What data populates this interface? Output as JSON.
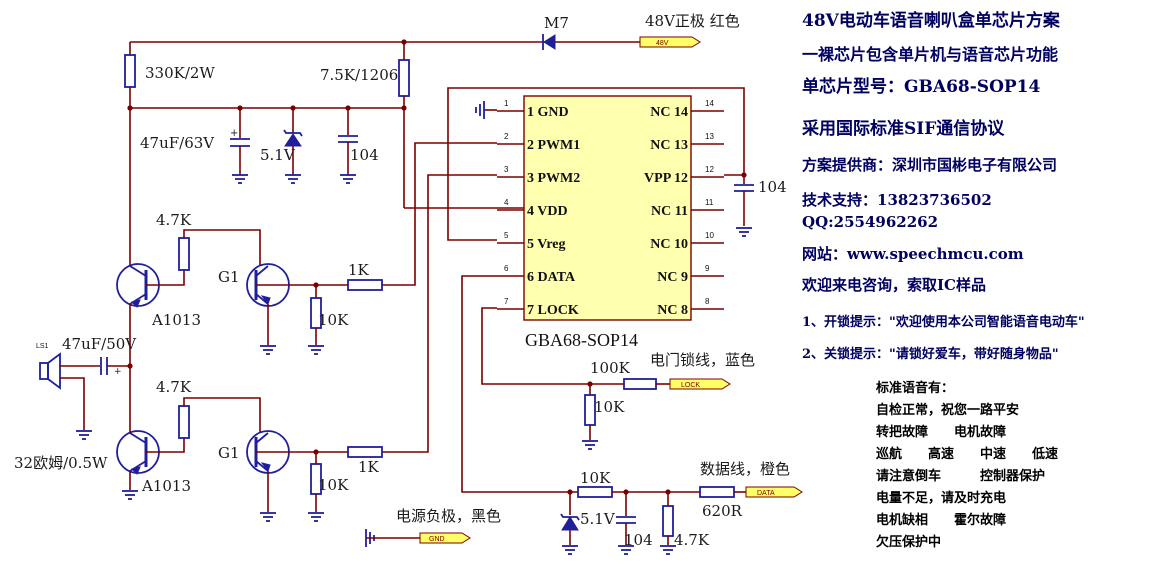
{
  "schematic": {
    "components": {
      "diode_m7": "M7",
      "r_top_left": "330K/2W",
      "r_top_mid": "7.5K/1206",
      "c_47uf_63v": "47uF/63V",
      "zener_top": "5.1V",
      "c_104_top": "104",
      "c_104_right": "104",
      "r_47k_upper": "4.7K",
      "q_g1_upper": "G1",
      "r_1k_upper": "1K",
      "r_10k_upper": "10K",
      "q_a1013_upper": "A1013",
      "speaker": "LS1",
      "c_47uf_50v": "47uF/50V",
      "r_47k_lower": "4.7K",
      "q_g1_lower": "G1",
      "r_1k_lower": "1K",
      "r_10k_lower": "10K",
      "speaker_rating": "32欧姆/0.5W",
      "q_a1013_lower": "A1013",
      "r_100k": "100K",
      "r_10k_lock": "10K",
      "r_10k_data": "10K",
      "zener_bottom": "5.1V",
      "c_104_bottom": "104",
      "r_47k_bottom": "4.7K",
      "r_620r": "620R"
    },
    "wires": {
      "v48_label": "48V正极 红色",
      "v48_tag": "48V",
      "lock_label": "电门锁线，蓝色",
      "lock_tag": "LOCK",
      "data_label": "数据线，橙色",
      "data_tag": "DATA",
      "gnd_label": "电源负极，黑色",
      "gnd_tag": "GND"
    },
    "chip": {
      "name": "GBA68-SOP14",
      "left_pins": [
        {
          "num": "1",
          "label": "1 GND"
        },
        {
          "num": "2",
          "label": "2 PWM1"
        },
        {
          "num": "3",
          "label": "3 PWM2"
        },
        {
          "num": "4",
          "label": "4 VDD"
        },
        {
          "num": "5",
          "label": "5 Vreg"
        },
        {
          "num": "6",
          "label": "6 DATA"
        },
        {
          "num": "7",
          "label": "7 LOCK"
        }
      ],
      "right_pins": [
        {
          "num": "14",
          "label": "NC 14"
        },
        {
          "num": "13",
          "label": "NC 13"
        },
        {
          "num": "12",
          "label": "VPP 12"
        },
        {
          "num": "11",
          "label": "NC 11"
        },
        {
          "num": "10",
          "label": "NC 10"
        },
        {
          "num": "9",
          "label": "NC 9"
        },
        {
          "num": "8",
          "label": "NC 8"
        }
      ]
    }
  },
  "info": {
    "title": "48V电动车语音喇叭盒单芯片方案",
    "line1": "一裸芯片包含单片机与语音芯片功能",
    "line2": "单芯片型号：GBA68-SOP14",
    "line3": "采用国际标准SIF通信协议",
    "line4": "方案提供商：深圳市国彬电子有限公司",
    "line5": "技术支持：13823736502",
    "line6": "QQ:2554962262",
    "line7": "网站：www.speechmcu.com",
    "line8": "欢迎来电咨询，索取IC样品",
    "prompt1": "1、开锁提示：\"欢迎使用本公司智能语音电动车\"",
    "prompt2": "2、关锁提示：\"请锁好爱车，带好随身物品\"",
    "std_title": "标准语音有：",
    "std_lines": [
      "自检正常，祝您一路平安",
      "转把故障　　电机故障",
      "巡航　　高速　　中速　　低速",
      "请注意倒车　　　控制器保护",
      "电量不足，请及时充电",
      "电机缺相　　霍尔故障",
      "欠压保护中"
    ]
  }
}
